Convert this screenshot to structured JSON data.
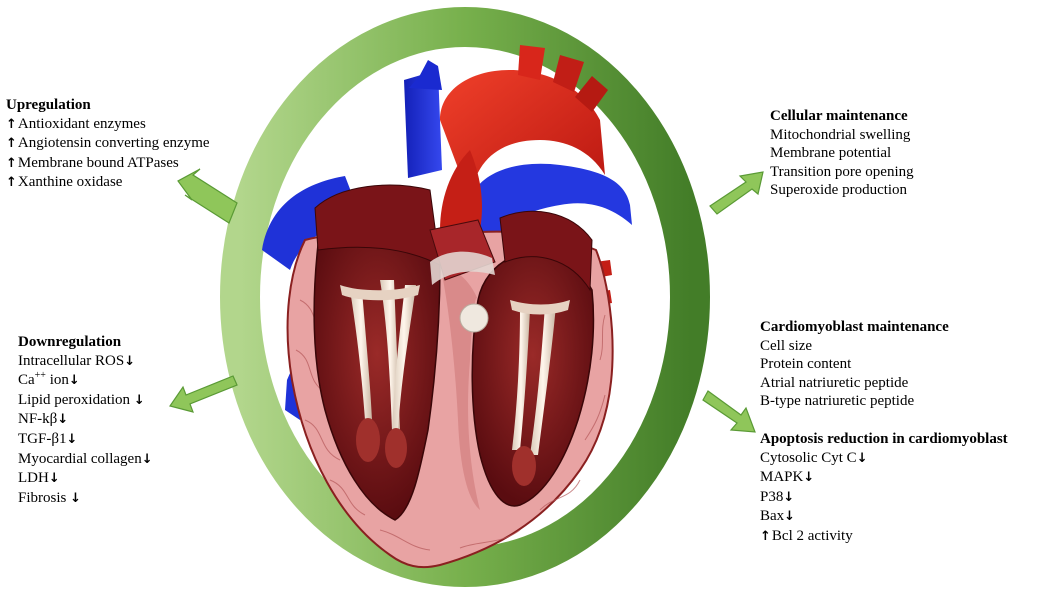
{
  "colors": {
    "ring_light": "#a7cf7c",
    "ring_dark": "#4c8a2e",
    "arrow_fill": "#8fc65a",
    "arrow_stroke": "#5a9a35",
    "heart_red": "#d8261b",
    "heart_dark": "#6e0f12",
    "vessel_blue": "#1f32d8",
    "tissue_pink": "#e7a0a0"
  },
  "icons": {
    "up": "up-arrow-icon",
    "down": "down-arrow-icon"
  },
  "upregulation": {
    "heading": "Upregulation",
    "items": [
      {
        "text": "Antioxidant enzymes",
        "arrow": "↑",
        "pos": "pre"
      },
      {
        "text": "Angiotensin converting enzyme",
        "arrow": "↑",
        "pos": "pre"
      },
      {
        "text": "Membrane bound ATPases",
        "arrow": "↑",
        "pos": "pre"
      },
      {
        "text": "Xanthine oxidase",
        "arrow": "↑",
        "pos": "pre"
      }
    ]
  },
  "downregulation": {
    "heading": "Downregulation",
    "items": [
      {
        "text": "Intracellular ROS",
        "arrow": "↓",
        "pos": "post"
      },
      {
        "text": "Ca",
        "sup": "++",
        "text2": " ion",
        "arrow": "↓",
        "pos": "post"
      },
      {
        "text": "Lipid peroxidation ",
        "arrow": "↓",
        "pos": "post"
      },
      {
        "text": "NF-kβ",
        "arrow": "↓",
        "pos": "post"
      },
      {
        "text": "TGF-β1",
        "arrow": "↓",
        "pos": "post"
      },
      {
        "text": "Myocardial collagen",
        "arrow": "↓",
        "pos": "post"
      },
      {
        "text": "LDH",
        "arrow": "↓",
        "pos": "post"
      },
      {
        "text": "Fibrosis ",
        "arrow": "↓",
        "pos": "post"
      }
    ]
  },
  "cellular": {
    "heading": "Cellular maintenance",
    "items": [
      {
        "text": "Mitochondrial swelling"
      },
      {
        "text": "Membrane potential"
      },
      {
        "text": "Transition pore opening"
      },
      {
        "text": "Superoxide production"
      }
    ]
  },
  "cardiomyoblast": {
    "heading": "Cardiomyoblast maintenance",
    "items": [
      {
        "text": "Cell size"
      },
      {
        "text": "Protein content"
      },
      {
        "text": "Atrial natriuretic peptide"
      },
      {
        "text": "B-type natriuretic peptide"
      }
    ]
  },
  "apoptosis": {
    "heading": "Apoptosis reduction in cardiomyoblast",
    "items": [
      {
        "text": "Cytosolic Cyt C",
        "arrow": "↓",
        "pos": "post"
      },
      {
        "text": "MAPK",
        "arrow": "↓",
        "pos": "post"
      },
      {
        "text": "P38",
        "arrow": "↓",
        "pos": "post"
      },
      {
        "text": "Bax",
        "arrow": "↓",
        "pos": "post"
      },
      {
        "text": "Bcl 2 activity",
        "arrow": "↑",
        "pos": "pre"
      }
    ]
  }
}
